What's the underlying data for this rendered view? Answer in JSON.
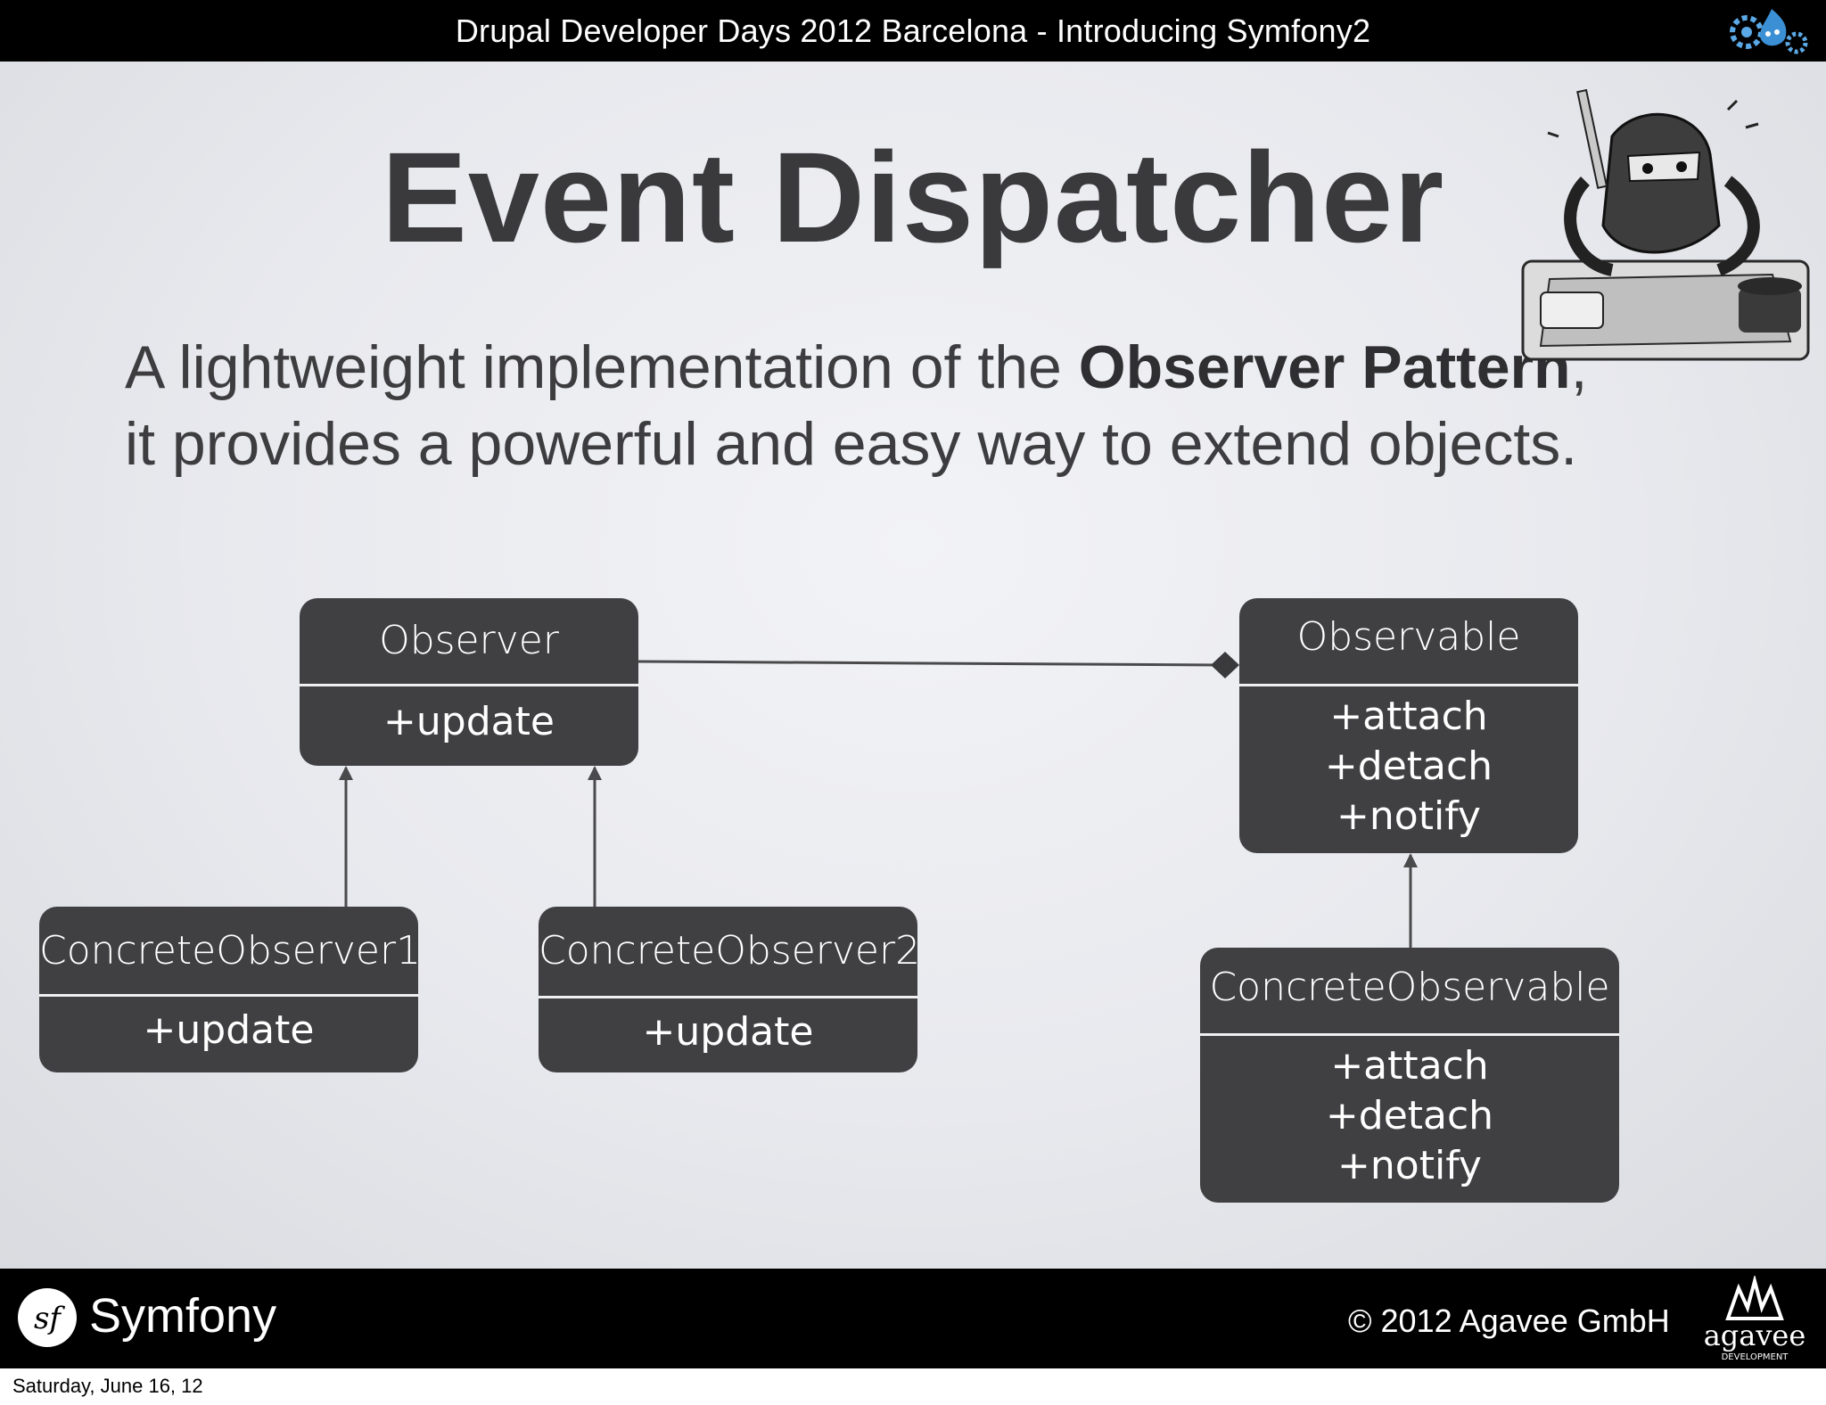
{
  "header": {
    "title": "Drupal Developer Days 2012 Barcelona - Introducing Symfony2",
    "logo_icon": "drupal-gear-icon"
  },
  "slide": {
    "title": "Event Dispatcher",
    "subtitle": {
      "part1": "A lightweight implementation of the ",
      "bold": "Observer Pattern",
      "part2": ",",
      "line2": "it provides a powerful and easy way to extend objects."
    },
    "mascot_icon": "dispatcher-illustration"
  },
  "diagram": {
    "observer": {
      "name": "Observer",
      "ops": [
        "+update"
      ]
    },
    "observable": {
      "name": "Observable",
      "ops": [
        "+attach",
        "+detach",
        "+notify"
      ]
    },
    "concrete_observer_1": {
      "name": "ConcreteObserver1",
      "ops": [
        "+update"
      ]
    },
    "concrete_observer_2": {
      "name": "ConcreteObserver2",
      "ops": [
        "+update"
      ]
    },
    "concrete_observable": {
      "name": "ConcreteObservable",
      "ops": [
        "+attach",
        "+detach",
        "+notify"
      ]
    }
  },
  "footer": {
    "brand": "Symfony",
    "brand_icon": "symfony-sf-icon",
    "copyright": "© 2012 Agavee GmbH",
    "agavee_icon": "agavee-logo",
    "agavee_text": "agavee",
    "agavee_subtext": "DEVELOPMENT"
  },
  "page_footer_date": "Saturday, June 16, 12",
  "colors": {
    "box_fill": "#404042",
    "title_text": "#3a3a3c",
    "bar": "#000000"
  }
}
